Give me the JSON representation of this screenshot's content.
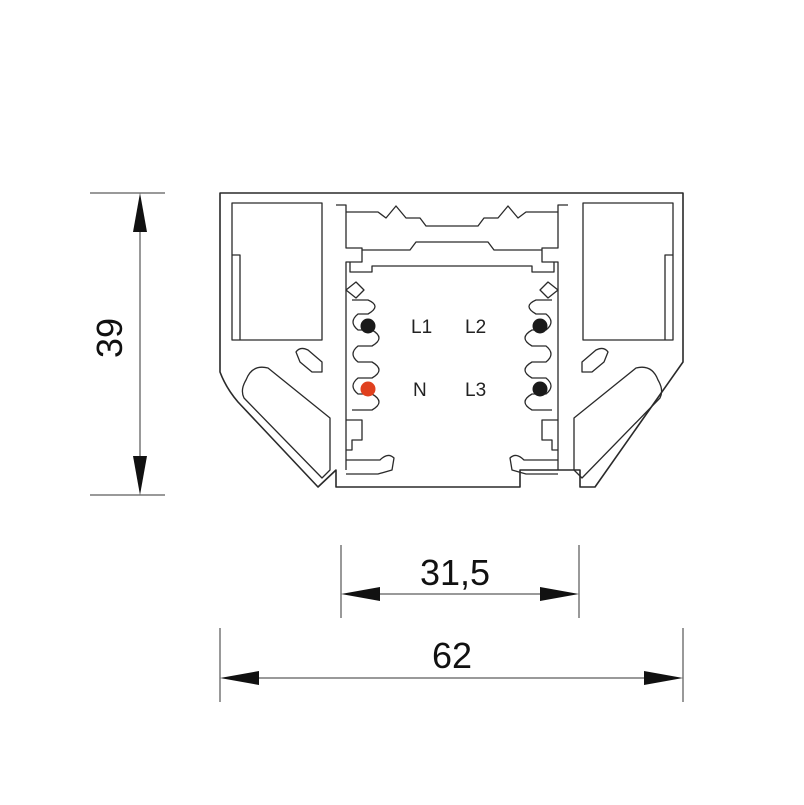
{
  "dimensions": {
    "height": "39",
    "inner_width": "31,5",
    "outer_width": "62"
  },
  "terminals": [
    {
      "label": "L1",
      "color": "#1a1a1a"
    },
    {
      "label": "L2",
      "color": "#1a1a1a"
    },
    {
      "label": "N",
      "color": "#e0401e"
    },
    {
      "label": "L3",
      "color": "#1a1a1a"
    }
  ],
  "colors": {
    "neutral": "#e0401e",
    "phase": "#1a1a1a",
    "outline": "#2a2a2a"
  }
}
